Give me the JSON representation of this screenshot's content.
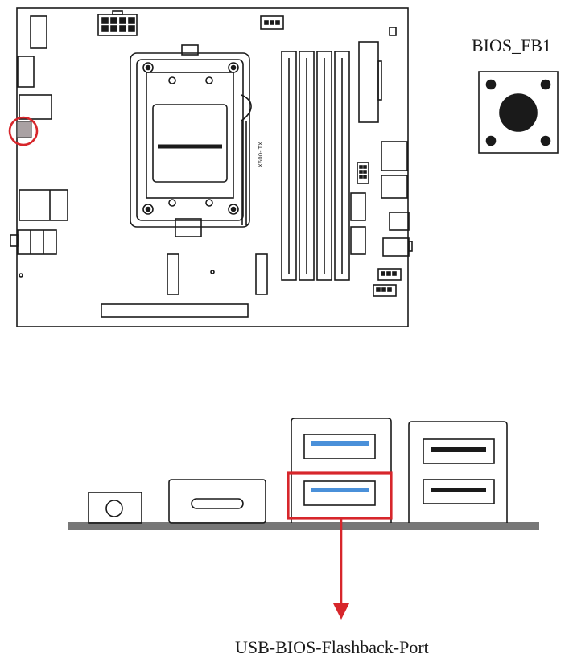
{
  "labels": {
    "bios_button": "BIOS_FB1",
    "usb_port": "USB-BIOS-Flashback-Port",
    "board_model": "X600-ITX"
  },
  "colors": {
    "highlight": "#d7262b",
    "usb3_blue": "#4a90d9",
    "line": "#1a1a1a",
    "io_shield": "#777777"
  },
  "icons": {
    "bios_button": "push-button-icon",
    "highlight_circle": "highlight-circle-icon",
    "arrow": "arrow-down-icon"
  }
}
